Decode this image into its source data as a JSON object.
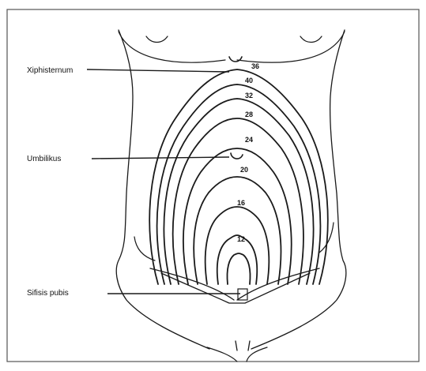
{
  "labels": {
    "xiphisternum": "Xiphisternum",
    "umbilikus": "Umbilikus",
    "simfisis": "Sifisis pubis"
  },
  "weeks": {
    "w36": "36",
    "w40": "40",
    "w32": "32",
    "w28": "28",
    "w24": "24",
    "w20": "20",
    "w16": "16",
    "w12": "12"
  },
  "colors": {
    "line": "#1a1a1a",
    "frame": "#555555",
    "background": "#ffffff"
  }
}
